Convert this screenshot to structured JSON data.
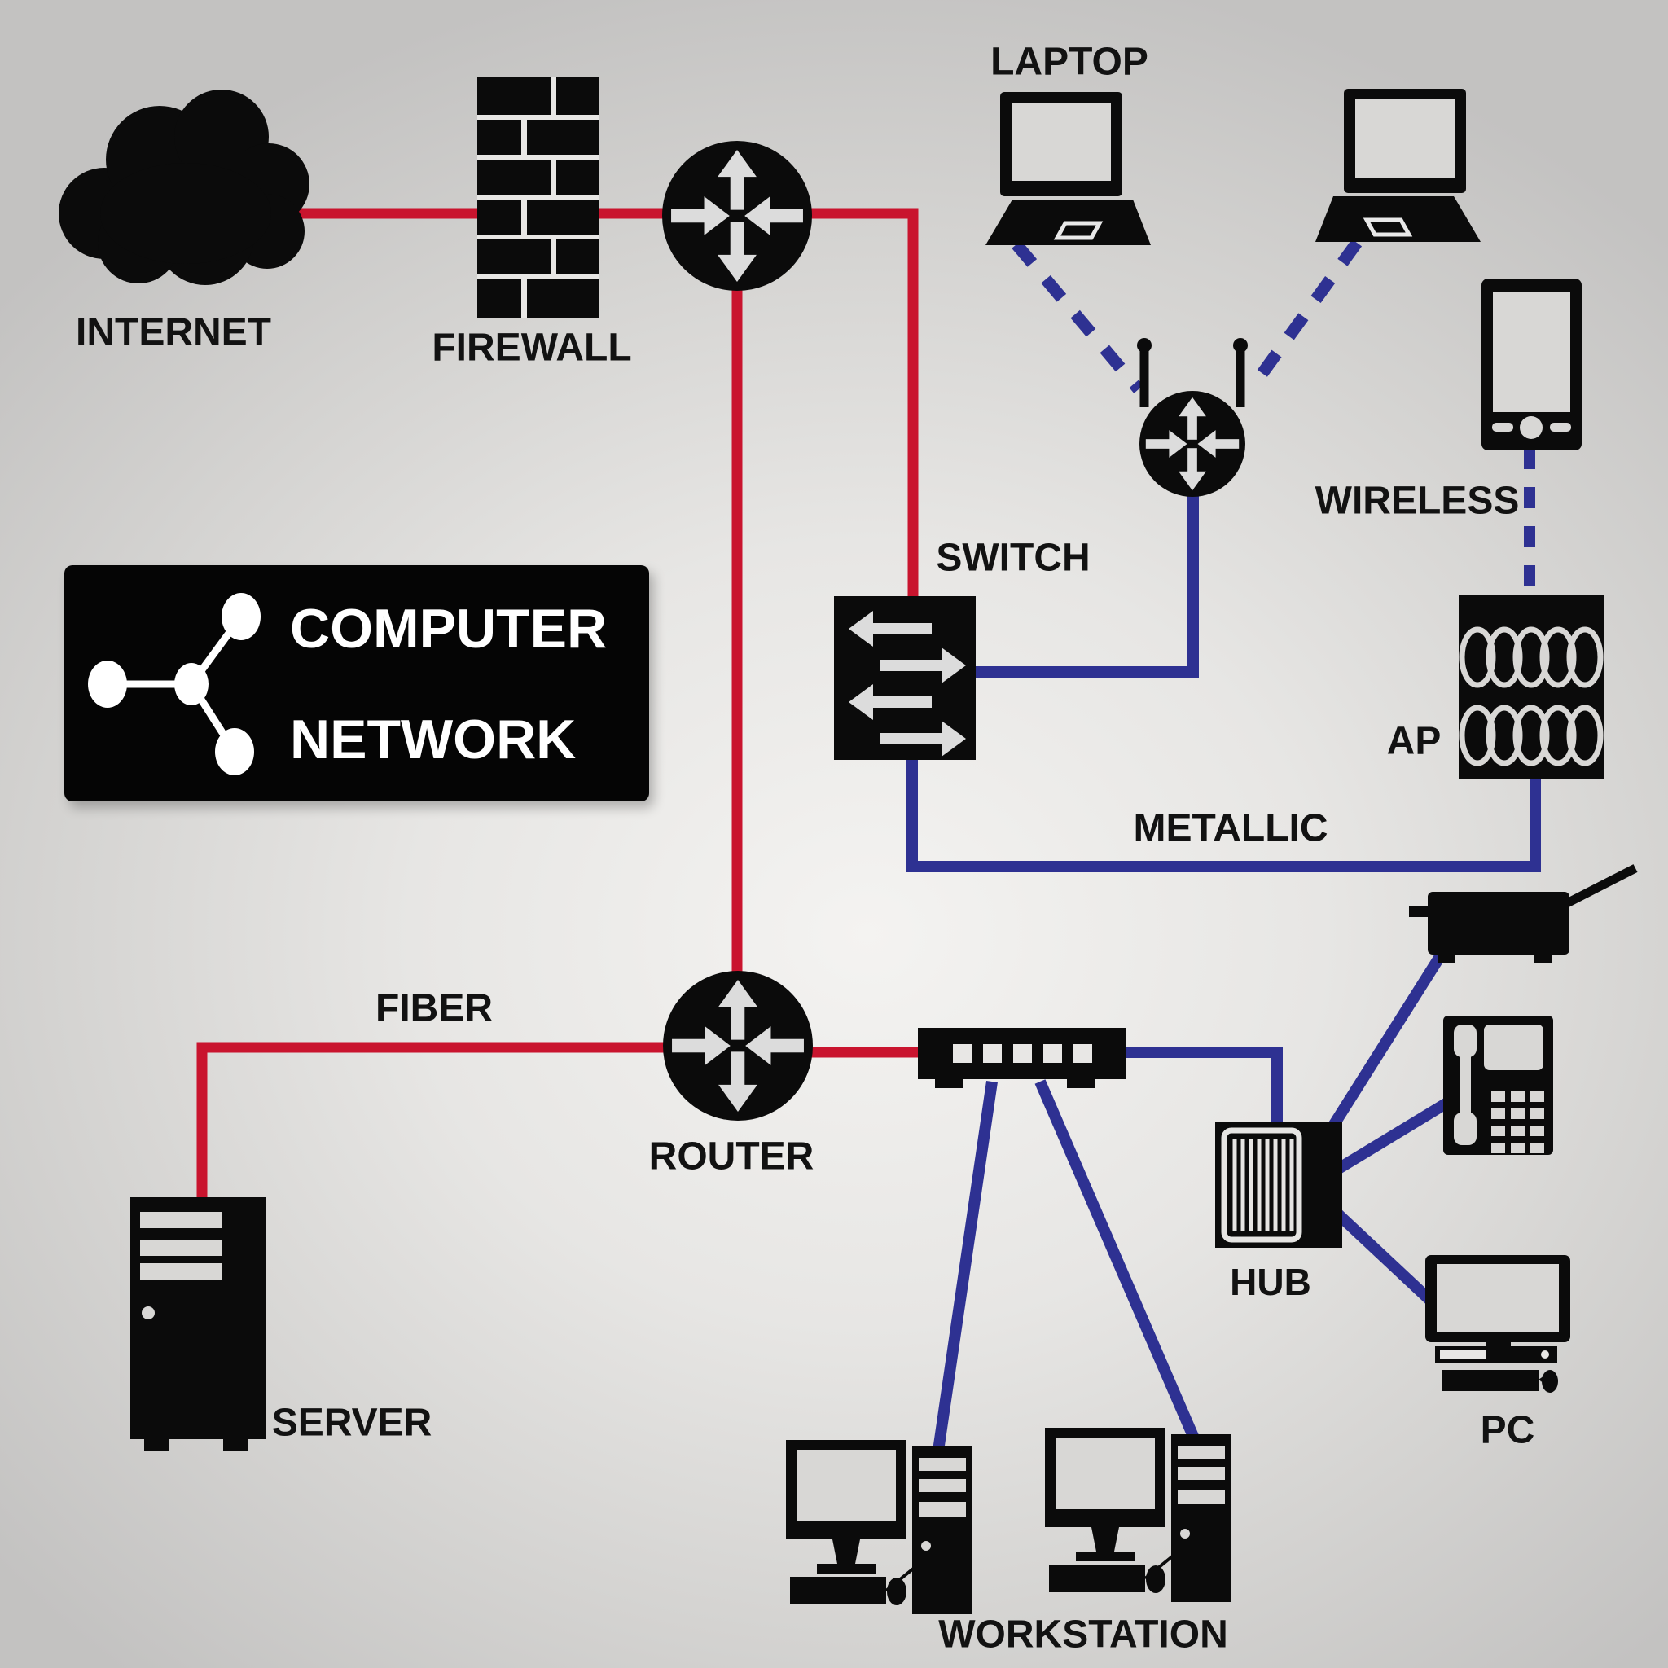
{
  "title": "Computer network diagram",
  "colors": {
    "background_gray": "#e7e6e4",
    "icon_black": "#0b0b0b",
    "fiber_red": "#C9142E",
    "metallic_blue": "#2E3192",
    "wireless_dashed_blue": "#2E3192",
    "icon_detail_light": "#dcdcdc",
    "label_text": "#121212",
    "logo_background": "#050505",
    "logo_text": "#ffffff"
  },
  "logo": {
    "line1": "COMPUTER",
    "line2": "NETWORK"
  },
  "labels": {
    "internet": "INTERNET",
    "firewall": "FIREWALL",
    "laptop": "LAPTOP",
    "switch": "SWITCH",
    "wireless": "WIRELESS",
    "ap": "AP",
    "metallic": "METALLIC",
    "fiber": "FIBER",
    "router": "ROUTER",
    "server": "SERVER",
    "hub": "HUB",
    "pc": "PC",
    "workstation": "WORKSTATION"
  },
  "nodes": [
    {
      "id": "internet",
      "label": "INTERNET",
      "icon": "cloud-icon"
    },
    {
      "id": "firewall",
      "label": "FIREWALL",
      "icon": "brick-wall-icon"
    },
    {
      "id": "router-top",
      "label": "",
      "icon": "router-icon"
    },
    {
      "id": "router-bottom",
      "label": "ROUTER",
      "icon": "router-icon"
    },
    {
      "id": "switch",
      "label": "SWITCH",
      "icon": "switch-arrows-icon"
    },
    {
      "id": "wireless-router",
      "label": "",
      "icon": "wireless-router-icon"
    },
    {
      "id": "laptop-1",
      "label": "LAPTOP",
      "icon": "laptop-icon"
    },
    {
      "id": "laptop-2",
      "label": "LAPTOP",
      "icon": "laptop-icon"
    },
    {
      "id": "smartphone",
      "label": "WIRELESS",
      "icon": "smartphone-icon"
    },
    {
      "id": "access-point",
      "label": "AP",
      "icon": "coil-box-icon"
    },
    {
      "id": "server",
      "label": "SERVER",
      "icon": "server-tower-icon"
    },
    {
      "id": "lan-switch-5port",
      "label": "",
      "icon": "five-port-switch-icon"
    },
    {
      "id": "hub",
      "label": "HUB",
      "icon": "hub-stripes-icon"
    },
    {
      "id": "printer",
      "label": "",
      "icon": "wireless-printer-icon"
    },
    {
      "id": "desk-phone",
      "label": "",
      "icon": "desk-phone-icon"
    },
    {
      "id": "pc",
      "label": "PC",
      "icon": "desktop-pc-icon"
    },
    {
      "id": "workstation-1",
      "label": "WORKSTATION",
      "icon": "workstation-icon"
    },
    {
      "id": "workstation-2",
      "label": "WORKSTATION",
      "icon": "workstation-icon"
    }
  ],
  "connections": [
    {
      "from": "internet",
      "to": "firewall",
      "type": "fiber",
      "style": "solid-red"
    },
    {
      "from": "firewall",
      "to": "router-top",
      "type": "fiber",
      "style": "solid-red"
    },
    {
      "from": "router-top",
      "to": "switch",
      "type": "fiber",
      "style": "solid-red"
    },
    {
      "from": "router-top",
      "to": "router-bottom",
      "type": "fiber",
      "style": "solid-red"
    },
    {
      "from": "router-bottom",
      "to": "server",
      "type": "fiber",
      "label": "FIBER",
      "style": "solid-red"
    },
    {
      "from": "router-bottom",
      "to": "lan-switch-5port",
      "type": "fiber",
      "style": "solid-red"
    },
    {
      "from": "switch",
      "to": "wireless-router",
      "type": "metallic",
      "style": "solid-blue"
    },
    {
      "from": "switch",
      "to": "access-point",
      "type": "metallic",
      "label": "METALLIC",
      "style": "solid-blue"
    },
    {
      "from": "laptop-1",
      "to": "wireless-router",
      "type": "wireless",
      "style": "dashed-blue"
    },
    {
      "from": "laptop-2",
      "to": "wireless-router",
      "type": "wireless",
      "style": "dashed-blue"
    },
    {
      "from": "smartphone",
      "to": "access-point",
      "type": "wireless",
      "label": "WIRELESS",
      "style": "dashed-blue"
    },
    {
      "from": "lan-switch-5port",
      "to": "hub",
      "type": "metallic",
      "style": "solid-blue"
    },
    {
      "from": "lan-switch-5port",
      "to": "workstation-1",
      "type": "metallic",
      "style": "solid-blue"
    },
    {
      "from": "lan-switch-5port",
      "to": "workstation-2",
      "type": "metallic",
      "style": "solid-blue"
    },
    {
      "from": "hub",
      "to": "printer",
      "type": "metallic",
      "style": "solid-blue"
    },
    {
      "from": "hub",
      "to": "desk-phone",
      "type": "metallic",
      "style": "solid-blue"
    },
    {
      "from": "hub",
      "to": "pc",
      "type": "metallic",
      "style": "solid-blue"
    }
  ]
}
